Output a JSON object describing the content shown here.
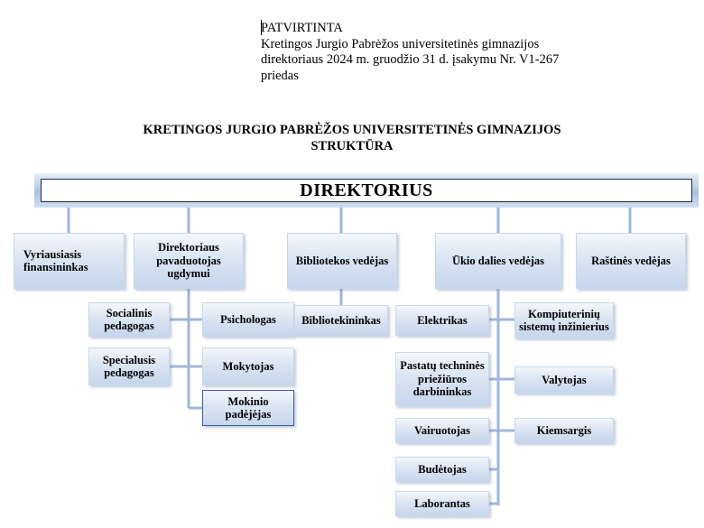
{
  "approval": {
    "line1": "PATVIRTINTA",
    "line2": "Kretingos Jurgio Pabrėžos universitetinės gimnazijos",
    "line3": "direktoriaus 2024 m. gruodžio 31 d. įsakymu Nr. V1-267",
    "line4": "priedas"
  },
  "title": {
    "line1": "KRETINGOS JURGIO PABRĖŽOS UNIVERSITETINĖS GIMNAZIJOS",
    "line2": "STRUKTŪRA"
  },
  "director": "DIREKTORIUS",
  "level1": {
    "finance": "Vyriausiasis finansininkas",
    "deputy": "Direktoriaus pavaduotojas ugdymui",
    "library_head": "Bibliotekos vedėjas",
    "facilities_head": "Ūkio dalies vedėjas",
    "office_head": "Raštinės vedėjas"
  },
  "deputy_staff": {
    "social_pedagogue": "Socialinis pedagogas",
    "psychologist": "Psichologas",
    "special_pedagogue": "Specialusis pedagogas",
    "teacher": "Mokytojas",
    "teacher_assistant": "Mokinio padėjėjas"
  },
  "library_staff": {
    "librarian": "Bibliotekininkas"
  },
  "facilities_staff": {
    "electrician": "Elektrikas",
    "it_engineer": "Kompiuterinių sistemų inžinierius",
    "maintenance_worker": "Pastatų techninės priežiūros darbininkas",
    "cleaner": "Valytojas",
    "driver": "Vairuotojas",
    "yard_keeper": "Kiemsargis",
    "duty_officer": "Budėtojas",
    "lab_assistant": "Laborantas"
  },
  "colors": {
    "connector": "#9fb7da",
    "box_highlight_border": "#3a5fa0",
    "director_border": "#1f2f4a"
  }
}
